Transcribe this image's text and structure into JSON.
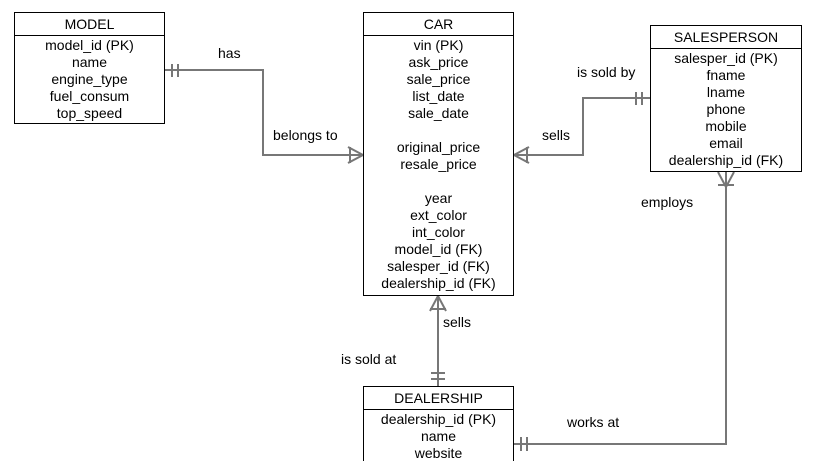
{
  "entities": {
    "model": {
      "name": "MODEL",
      "attributes": [
        "model_id (PK)",
        "name",
        "engine_type",
        "fuel_consum",
        "top_speed"
      ]
    },
    "car": {
      "name": "CAR",
      "group1": [
        "vin (PK)",
        "ask_price",
        "sale_price",
        "list_date",
        "sale_date"
      ],
      "group2": [
        "original_price",
        "resale_price"
      ],
      "group3": [
        "year",
        "ext_color",
        "int_color",
        "model_id (FK)",
        "salesper_id (FK)",
        "dealership_id (FK)"
      ]
    },
    "salesperson": {
      "name": "SALESPERSON",
      "attributes": [
        "salesper_id (PK)",
        "fname",
        "lname",
        "phone",
        "mobile",
        "email",
        "dealership_id (FK)"
      ]
    },
    "dealership": {
      "name": "DEALERSHIP",
      "attributes": [
        "dealership_id (PK)",
        "name",
        "website"
      ]
    }
  },
  "relationships": {
    "model_car_has": "has",
    "model_car_belongs_to": "belongs to",
    "car_salesperson_is_sold_by": "is sold by",
    "car_salesperson_sells": "sells",
    "car_dealership_sells": "sells",
    "car_dealership_is_sold_at": "is sold at",
    "salesperson_dealership_employs": "employs",
    "salesperson_dealership_works_at": "works at"
  },
  "colors": {
    "line": "#777777",
    "border": "#000000"
  }
}
